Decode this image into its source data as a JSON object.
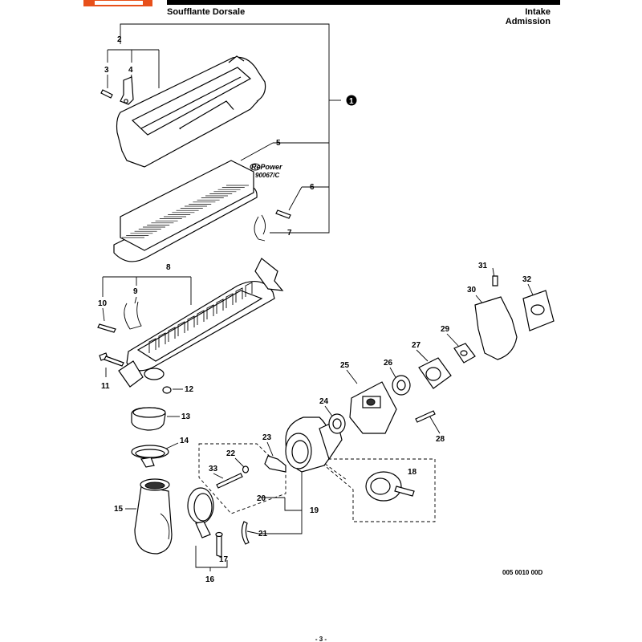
{
  "header": {
    "title_left": "Soufflante Dorsale",
    "title_right_line1": "Intake",
    "title_right_line2": "Admission"
  },
  "brand": {
    "accent_color": "#e8501a"
  },
  "filter_label": {
    "brand": "RePower",
    "code": "90067/C"
  },
  "callouts": {
    "c1": "1",
    "c2": "2",
    "c3": "3",
    "c4": "4",
    "c5": "5",
    "c6": "6",
    "c7": "7",
    "c8": "8",
    "c9": "9",
    "c10": "10",
    "c11": "11",
    "c12": "12",
    "c13": "13",
    "c14": "14",
    "c15": "15",
    "c16": "16",
    "c17": "17",
    "c18": "18",
    "c19": "19",
    "c20": "20",
    "c21": "21",
    "c22": "22",
    "c23": "23",
    "c24": "24",
    "c25": "25",
    "c26": "26",
    "c27": "27",
    "c28": "28",
    "c29": "29",
    "c30": "30",
    "c31": "31",
    "c32": "32",
    "c33": "33"
  },
  "footer": {
    "drawing_code": "005 0010 00D",
    "page_number": "- 3 -"
  }
}
